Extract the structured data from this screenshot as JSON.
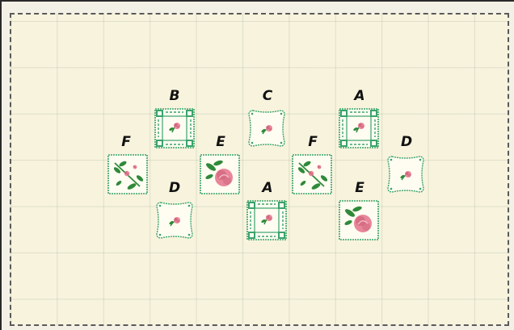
{
  "tiles": [
    {
      "label": "B",
      "type": "frame-corner-rose"
    },
    {
      "label": "C",
      "type": "scallop-small-rose"
    },
    {
      "label": "A",
      "type": "frame-corner-rose"
    },
    {
      "label": "F",
      "type": "diagonal-leaf-rose"
    },
    {
      "label": "E",
      "type": "large-rose-border"
    },
    {
      "label": "F",
      "type": "diagonal-leaf-rose"
    },
    {
      "label": "D",
      "type": "scallop-small-rose"
    },
    {
      "label": "D",
      "type": "scallop-small-rose"
    },
    {
      "label": "A",
      "type": "frame-corner-rose"
    },
    {
      "label": "E",
      "type": "large-rose-border"
    }
  ],
  "colors": {
    "paper": "#f8f3dd",
    "green_stitch": "#3aa36a",
    "leaf": "#2f8a3a",
    "rose": "#e8879a",
    "rose_dark": "#c95a72"
  }
}
